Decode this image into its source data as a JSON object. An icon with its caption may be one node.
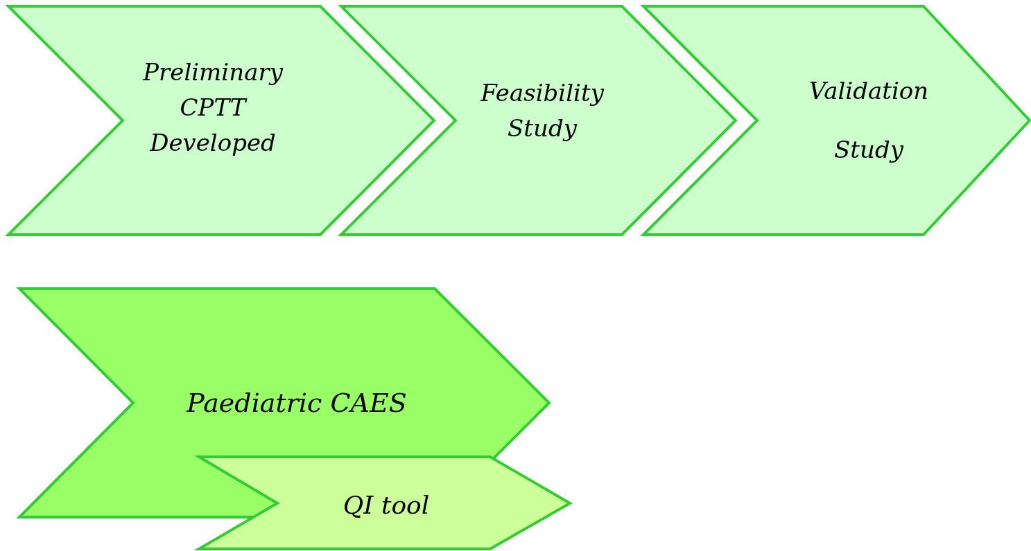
{
  "diagram": {
    "nodes": [
      {
        "text": [
          "Preliminary CPTT Developed"
        ]
      },
      {
        "text": [
          "Feasibility Study"
        ]
      },
      {
        "text": [
          "Validation Study"
        ]
      },
      {
        "text": [
          "Paediatric CAES"
        ]
      },
      {
        "text": [
          "QI tool"
        ]
      }
    ]
  }
}
